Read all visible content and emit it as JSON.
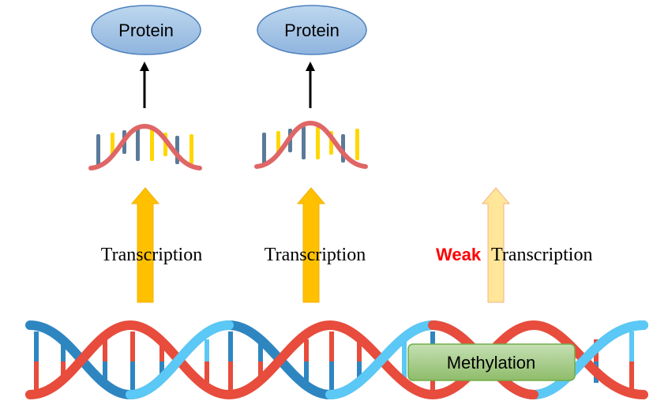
{
  "proteins": [
    {
      "label": "Protein"
    },
    {
      "label": "Protein"
    }
  ],
  "transcriptions": [
    {
      "prefix": "",
      "label": "Transcription",
      "strength": "strong"
    },
    {
      "prefix": "",
      "label": "Transcription",
      "strength": "strong"
    },
    {
      "prefix": "Weak",
      "label": "Transcription",
      "strength": "weak"
    }
  ],
  "methylation": {
    "label": "Methylation"
  },
  "colors": {
    "protein_fill": "#9dc3e6",
    "protein_stroke": "#4f81bd",
    "strong_arrow": "#ffc000",
    "weak_arrow": "#ffe699",
    "weak_text": "#ff0000",
    "dna_blue": "#2e86c1",
    "dna_red": "#e74c3c",
    "dna_light_blue": "#5bc8f5",
    "mrna_strand": "#e06666",
    "mrna_dark_base": "#5b7a99",
    "mrna_yellow_base": "#ffd700",
    "methylation_fill": "#a9d18e",
    "methylation_stroke": "#70ad47"
  }
}
